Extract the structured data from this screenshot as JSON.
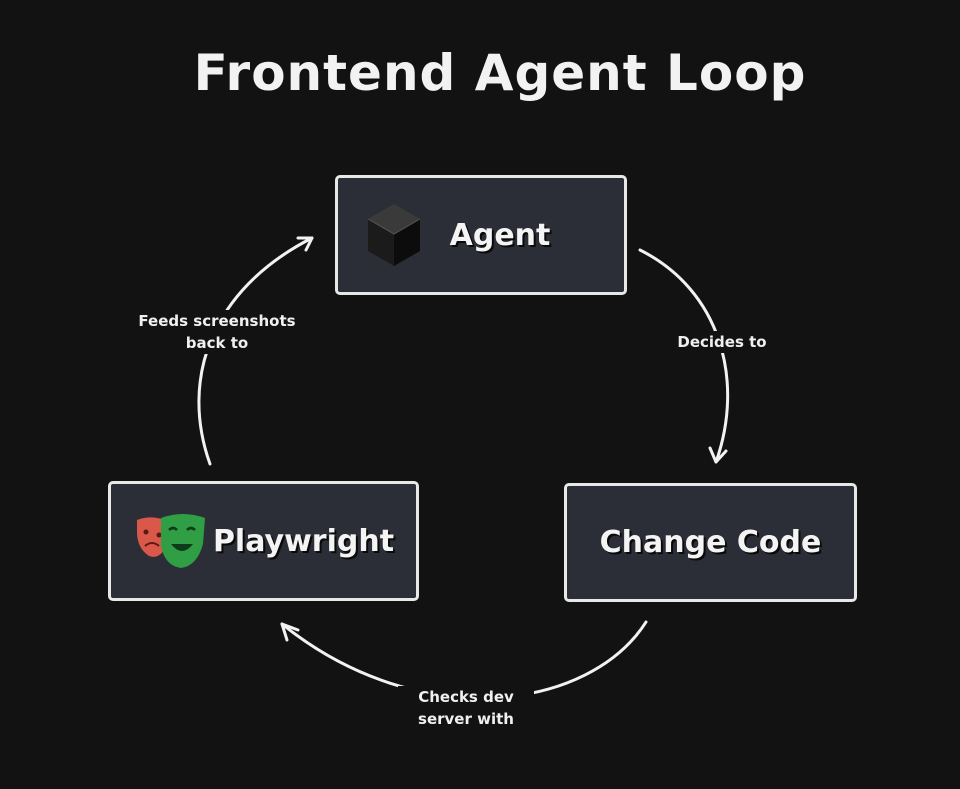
{
  "title": "Frontend Agent Loop",
  "nodes": {
    "agent": {
      "label": "Agent",
      "icon": "dark-cube-icon"
    },
    "change_code": {
      "label": "Change Code"
    },
    "playwright": {
      "label": "Playwright",
      "icon": "theater-masks-icon"
    }
  },
  "edges": {
    "agent_to_change": "Decides to",
    "change_to_playwright": "Checks dev server with",
    "playwright_to_agent": "Feeds screenshots back to"
  },
  "colors": {
    "background": "#121212",
    "node_fill": "#2b2e36",
    "stroke": "#e8e8e8",
    "mask_red": "#d9584a",
    "mask_green": "#2f9e44"
  }
}
